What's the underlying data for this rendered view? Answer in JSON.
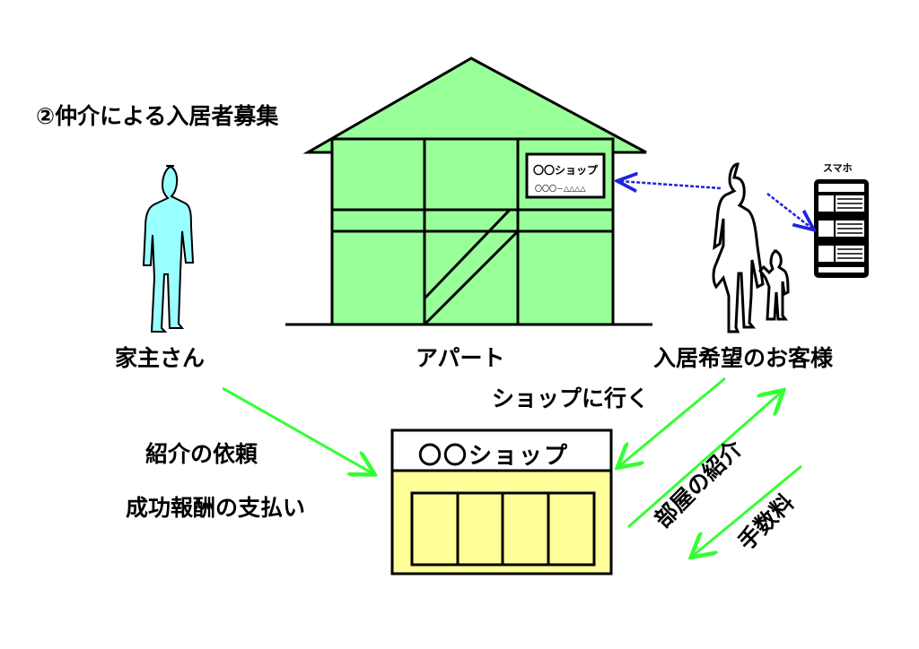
{
  "title": "②仲介による入居者募集",
  "colors": {
    "house": "#99ff99",
    "landlord": "#99ffff",
    "shop": "#ffff99",
    "arrow_green": "#33ff33",
    "arrow_blue": "#2222dd"
  },
  "landlord": {
    "label": "家主さん",
    "icon": "person-silhouette-icon"
  },
  "apartment": {
    "label": "アパート",
    "sign_title": "〇〇ショップ",
    "sign_phone": "〇〇〇－△△△△"
  },
  "customer": {
    "label": "入居希望のお客様",
    "icon": "family-silhouette-icon"
  },
  "smartphone": {
    "label": "スマホ",
    "icon": "smartphone-icon"
  },
  "shop": {
    "title": "〇〇ショップ"
  },
  "flows": {
    "go_to_shop": "ショップに行く",
    "request": "紹介の依頼",
    "success_fee": "成功報酬の支払い",
    "room_intro": "部屋の紹介",
    "commission": "手数料"
  }
}
